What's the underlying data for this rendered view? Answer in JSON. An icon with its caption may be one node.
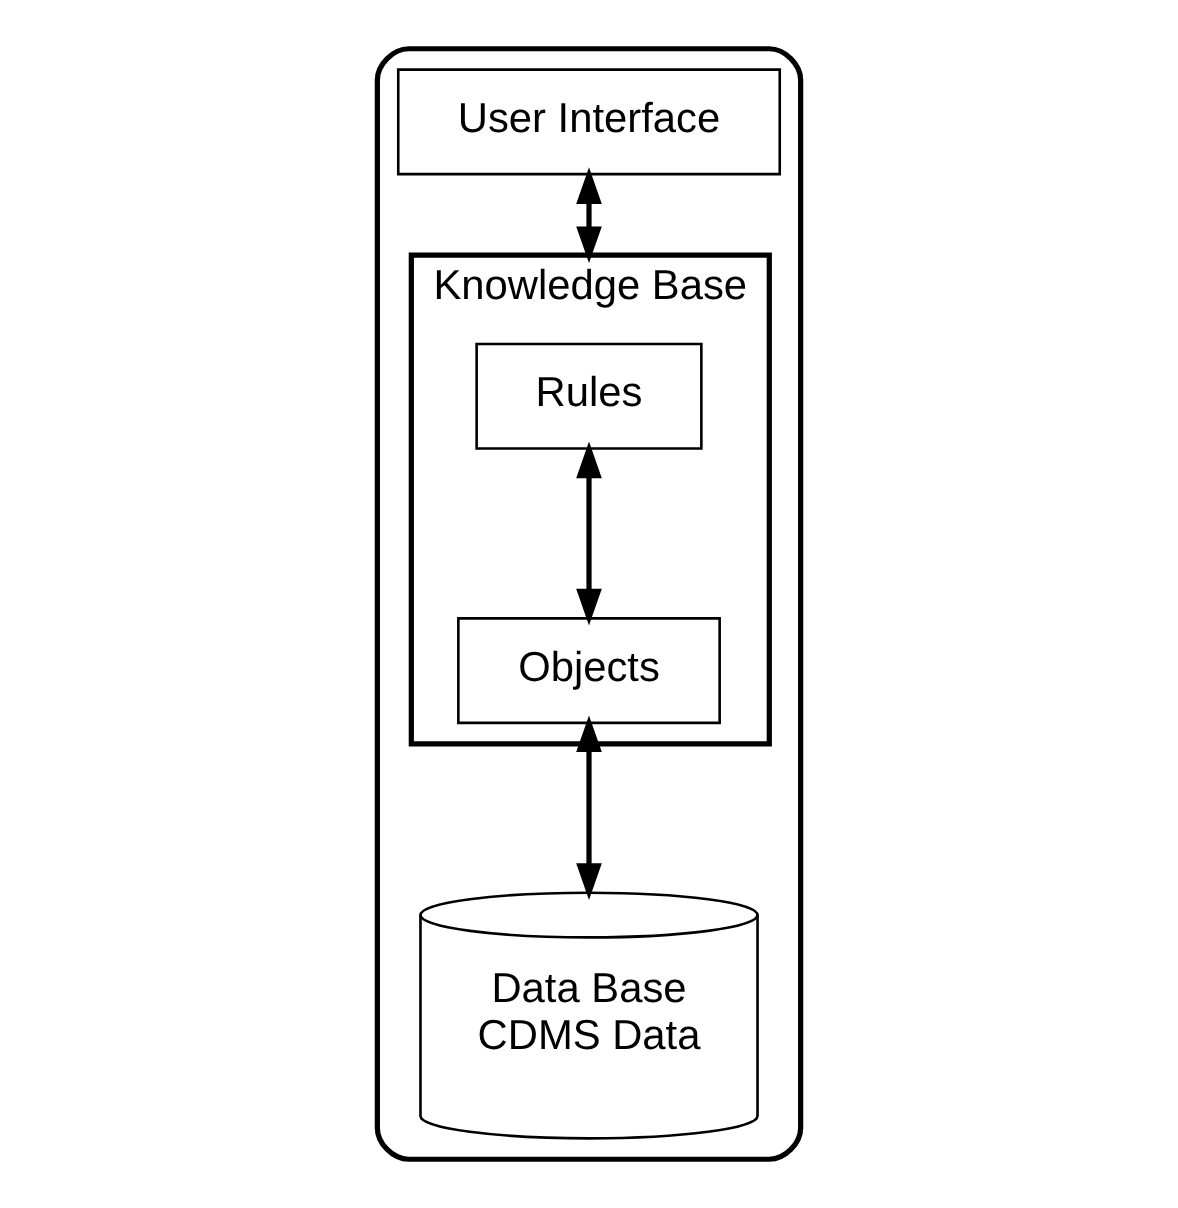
{
  "diagram": {
    "nodes": [
      {
        "text": [],
        "shape": "box"
      },
      {
        "text": [
          "User Interface"
        ],
        "in": 0
      },
      {
        "text": [
          "Knowledge Base"
        ],
        "in": 0
      },
      {
        "text": [
          "Rules"
        ],
        "in": 2
      },
      {
        "text": [
          "Objects"
        ],
        "in": 2
      },
      {
        "text": [
          "Data Base",
          "CDMS Data"
        ],
        "in": 0
      }
    ],
    "edges": [
      {
        "from": 1,
        "to": 2,
        "arrow": "both"
      },
      {
        "from": 3,
        "to": 4,
        "arrow": "both"
      },
      {
        "from": 4,
        "to": 5,
        "arrow": "both"
      }
    ]
  }
}
